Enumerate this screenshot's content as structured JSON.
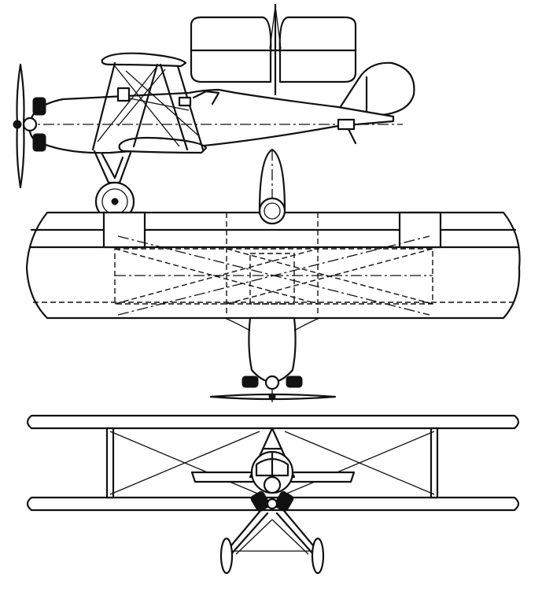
{
  "figure": {
    "views": [
      "side-view",
      "plan-view",
      "front-view"
    ],
    "colors": {
      "ink": "#111111",
      "paper": "#ffffff"
    }
  }
}
